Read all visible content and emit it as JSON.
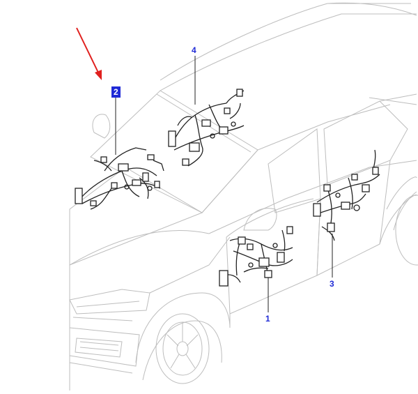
{
  "callouts": {
    "c1": "1",
    "c2": "2",
    "c3": "3",
    "c4": "4"
  },
  "highlighted_callout": "2",
  "colors": {
    "callout_text": "#1f2ad6",
    "highlight_bg": "#1f2ad6",
    "arrow": "#e0201e",
    "body_lines": "#bdbdbd",
    "harness_lines": "#222222"
  },
  "icons": [
    "red-pointer-arrow"
  ]
}
